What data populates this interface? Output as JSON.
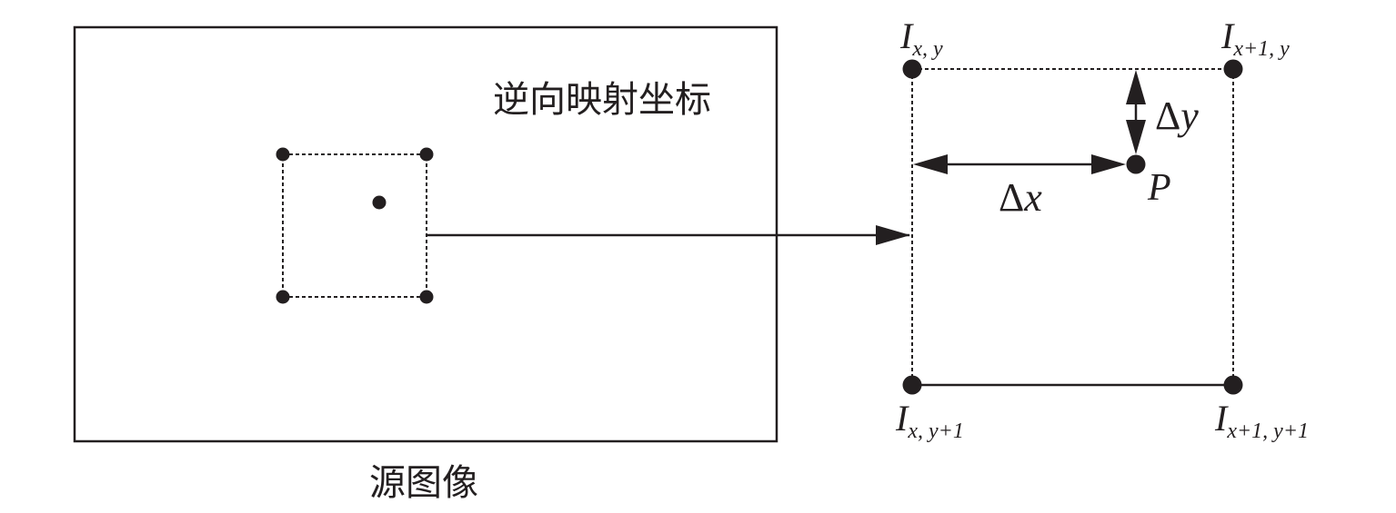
{
  "source_image": {
    "caption": "源图像",
    "region_label": "逆向映射坐标"
  },
  "grid_cell": {
    "corners": {
      "top_left": {
        "base": "I",
        "sub": "x, y"
      },
      "top_right": {
        "base": "I",
        "sub": "x+1, y"
      },
      "bottom_left": {
        "base": "I",
        "sub": "x, y+1"
      },
      "bottom_right": {
        "base": "I",
        "sub": "x+1, y+1"
      }
    },
    "point": "P",
    "dx": {
      "delta": "Δ",
      "var": "x"
    },
    "dy": {
      "delta": "Δ",
      "var": "y"
    }
  },
  "colors": {
    "ink": "#231f20",
    "background": "#ffffff"
  }
}
